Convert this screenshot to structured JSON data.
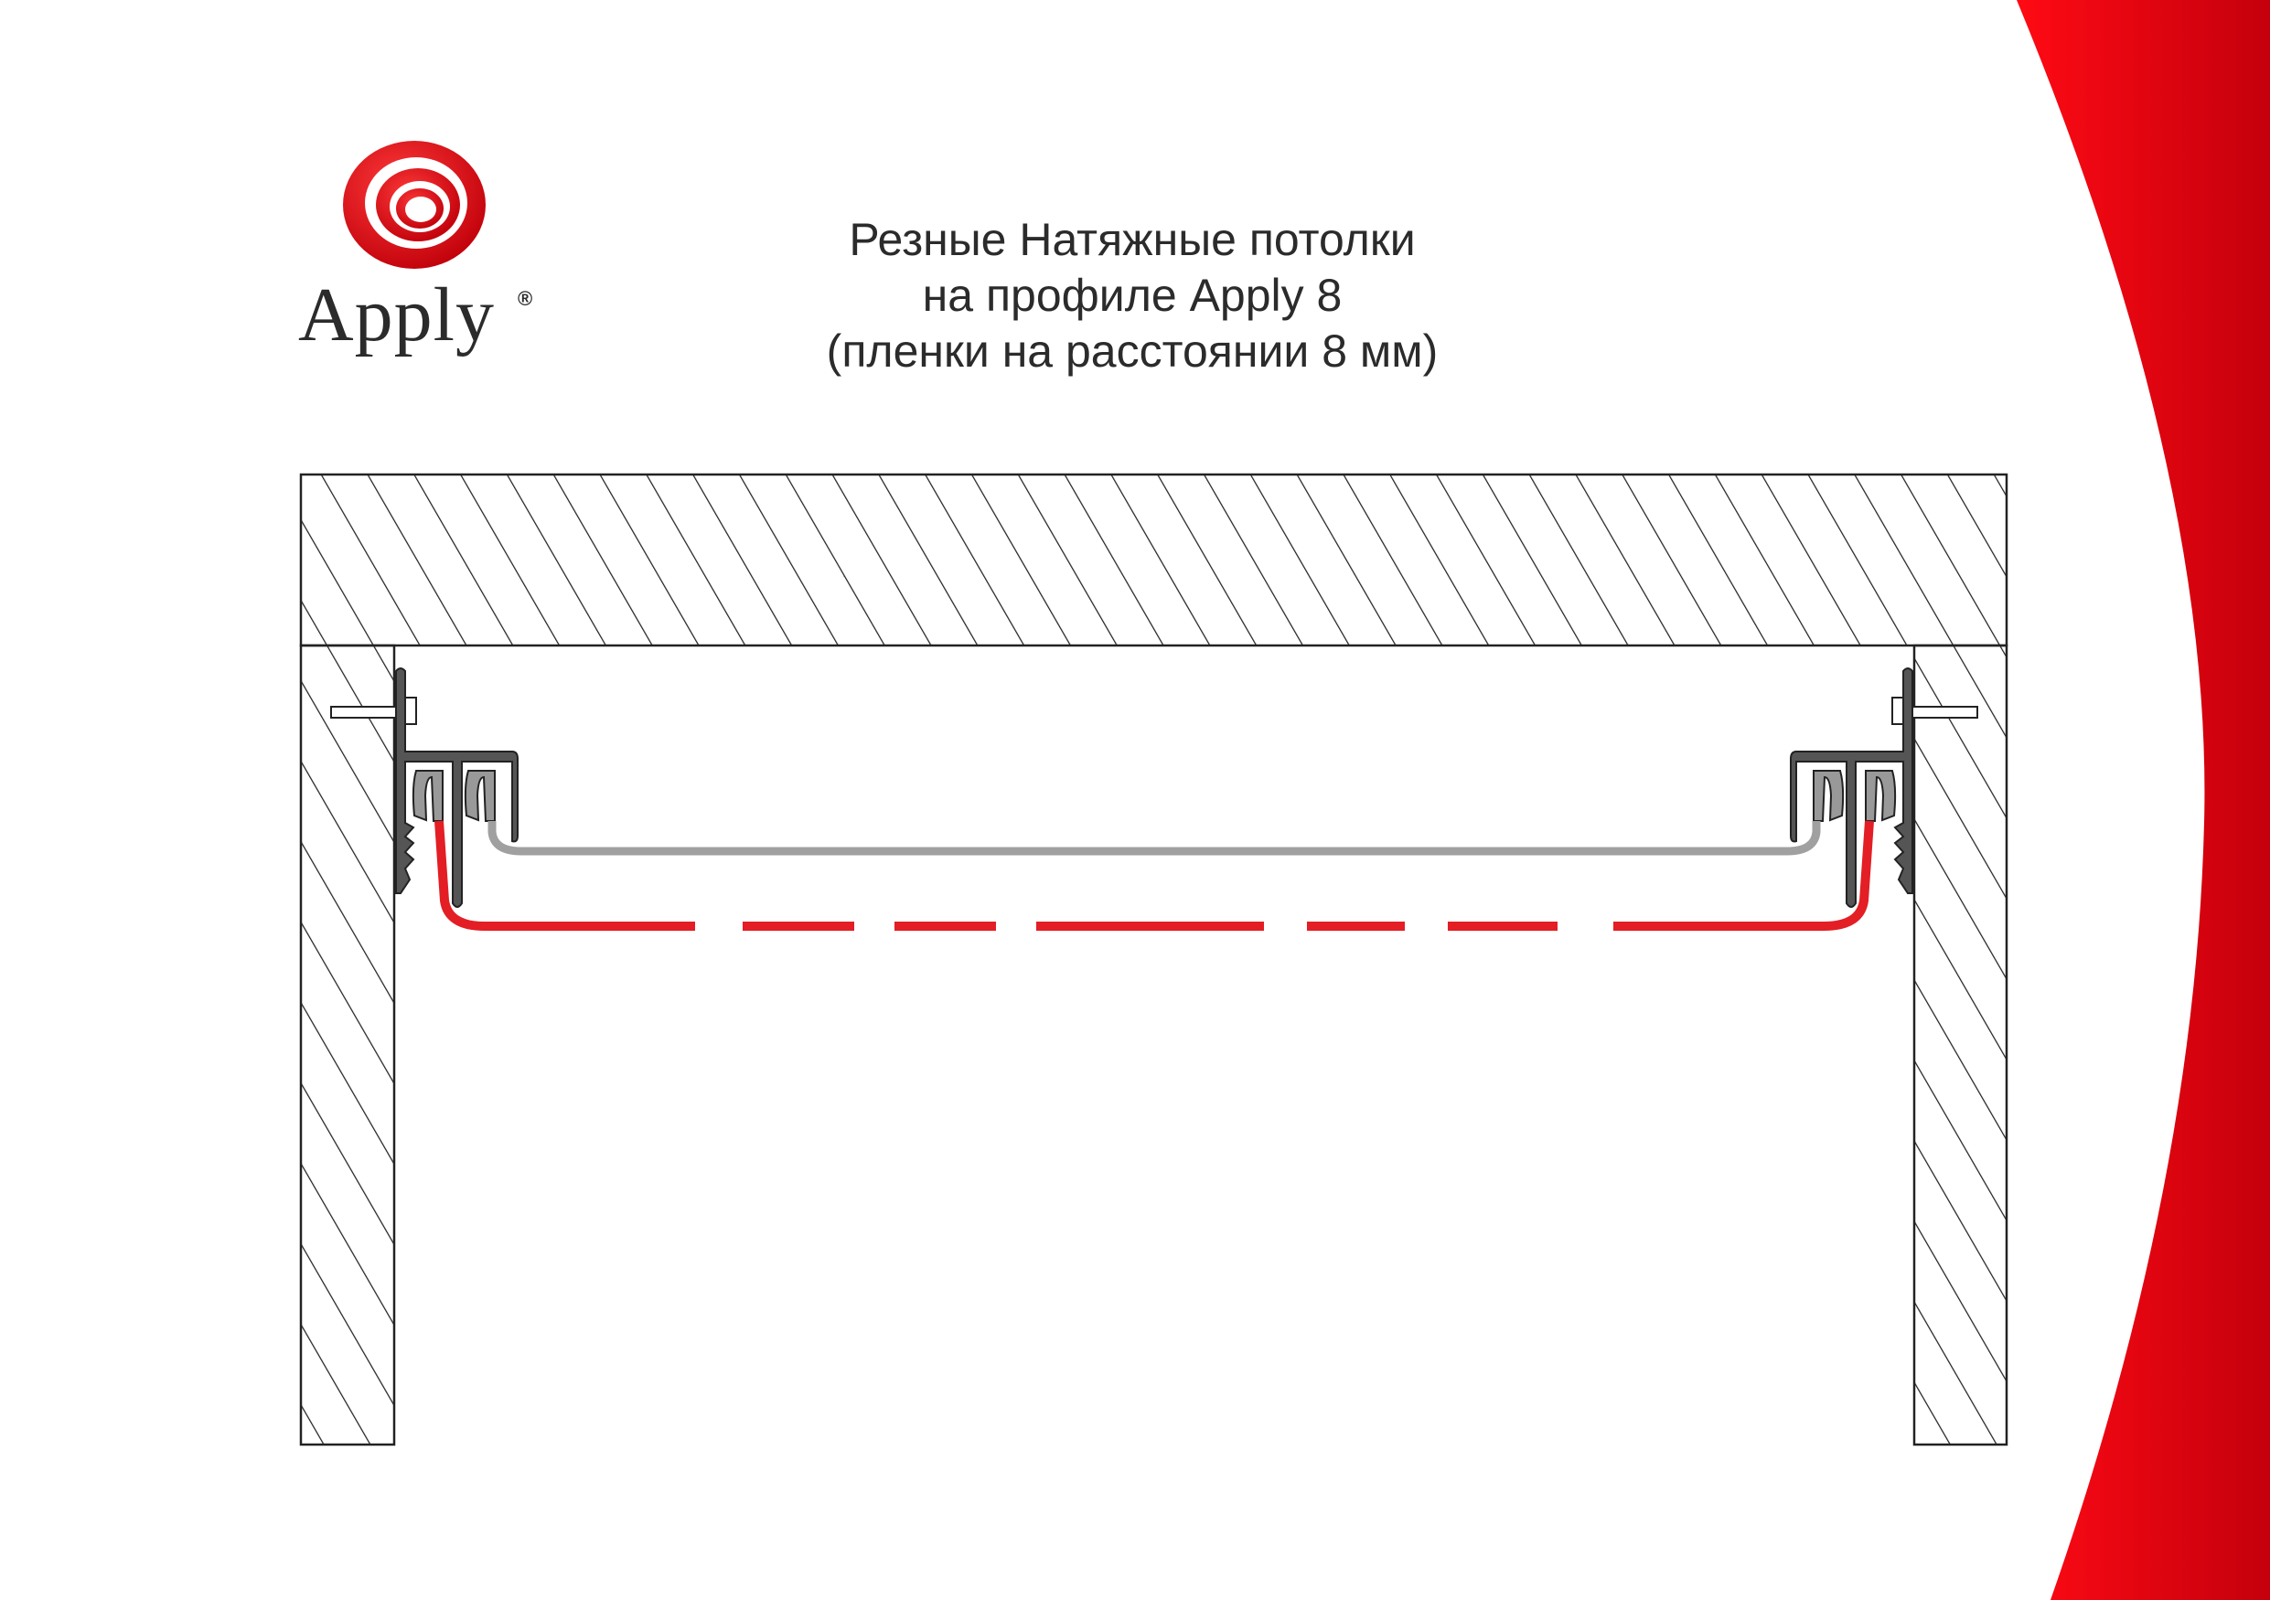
{
  "brand": {
    "name": "Apply",
    "registered": "®"
  },
  "title": {
    "line1": "Резные Натяжные потолки",
    "line2": "на профиле Apply 8",
    "line3": "(пленки на расстоянии 8 мм)"
  },
  "colors": {
    "accent_red": "#e30613",
    "film_red": "#e31e24",
    "film_grey": "#a0a0a0",
    "profile": "#555555",
    "insert": "#999999"
  }
}
